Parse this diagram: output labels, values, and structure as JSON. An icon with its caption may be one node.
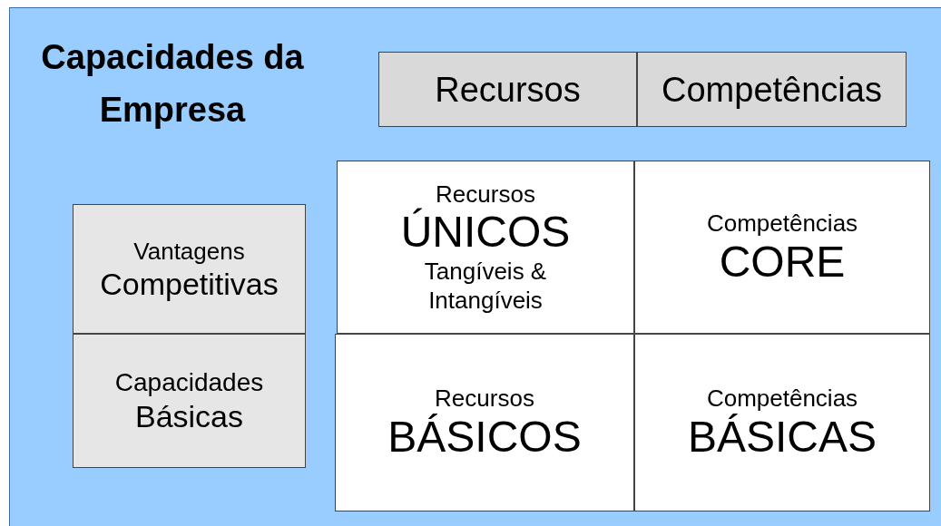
{
  "diagram": {
    "title": "Capacidades da Empresa",
    "nodes": [
      {
        "text": [
          "Recursos"
        ]
      },
      {
        "text": [
          "Competências"
        ]
      },
      {
        "text": [
          "Vantagens",
          "Competitivas"
        ]
      },
      {
        "text": [
          "Capacidades",
          "Básicas"
        ]
      },
      {
        "text": [
          "Recursos",
          "ÚNICOS",
          "Tangíveis & Intangíveis"
        ]
      },
      {
        "text": [
          "Competências",
          "CORE"
        ]
      },
      {
        "text": [
          "Recursos",
          "BÁSICOS"
        ]
      },
      {
        "text": [
          "Competências",
          "BÁSICAS"
        ]
      }
    ]
  }
}
